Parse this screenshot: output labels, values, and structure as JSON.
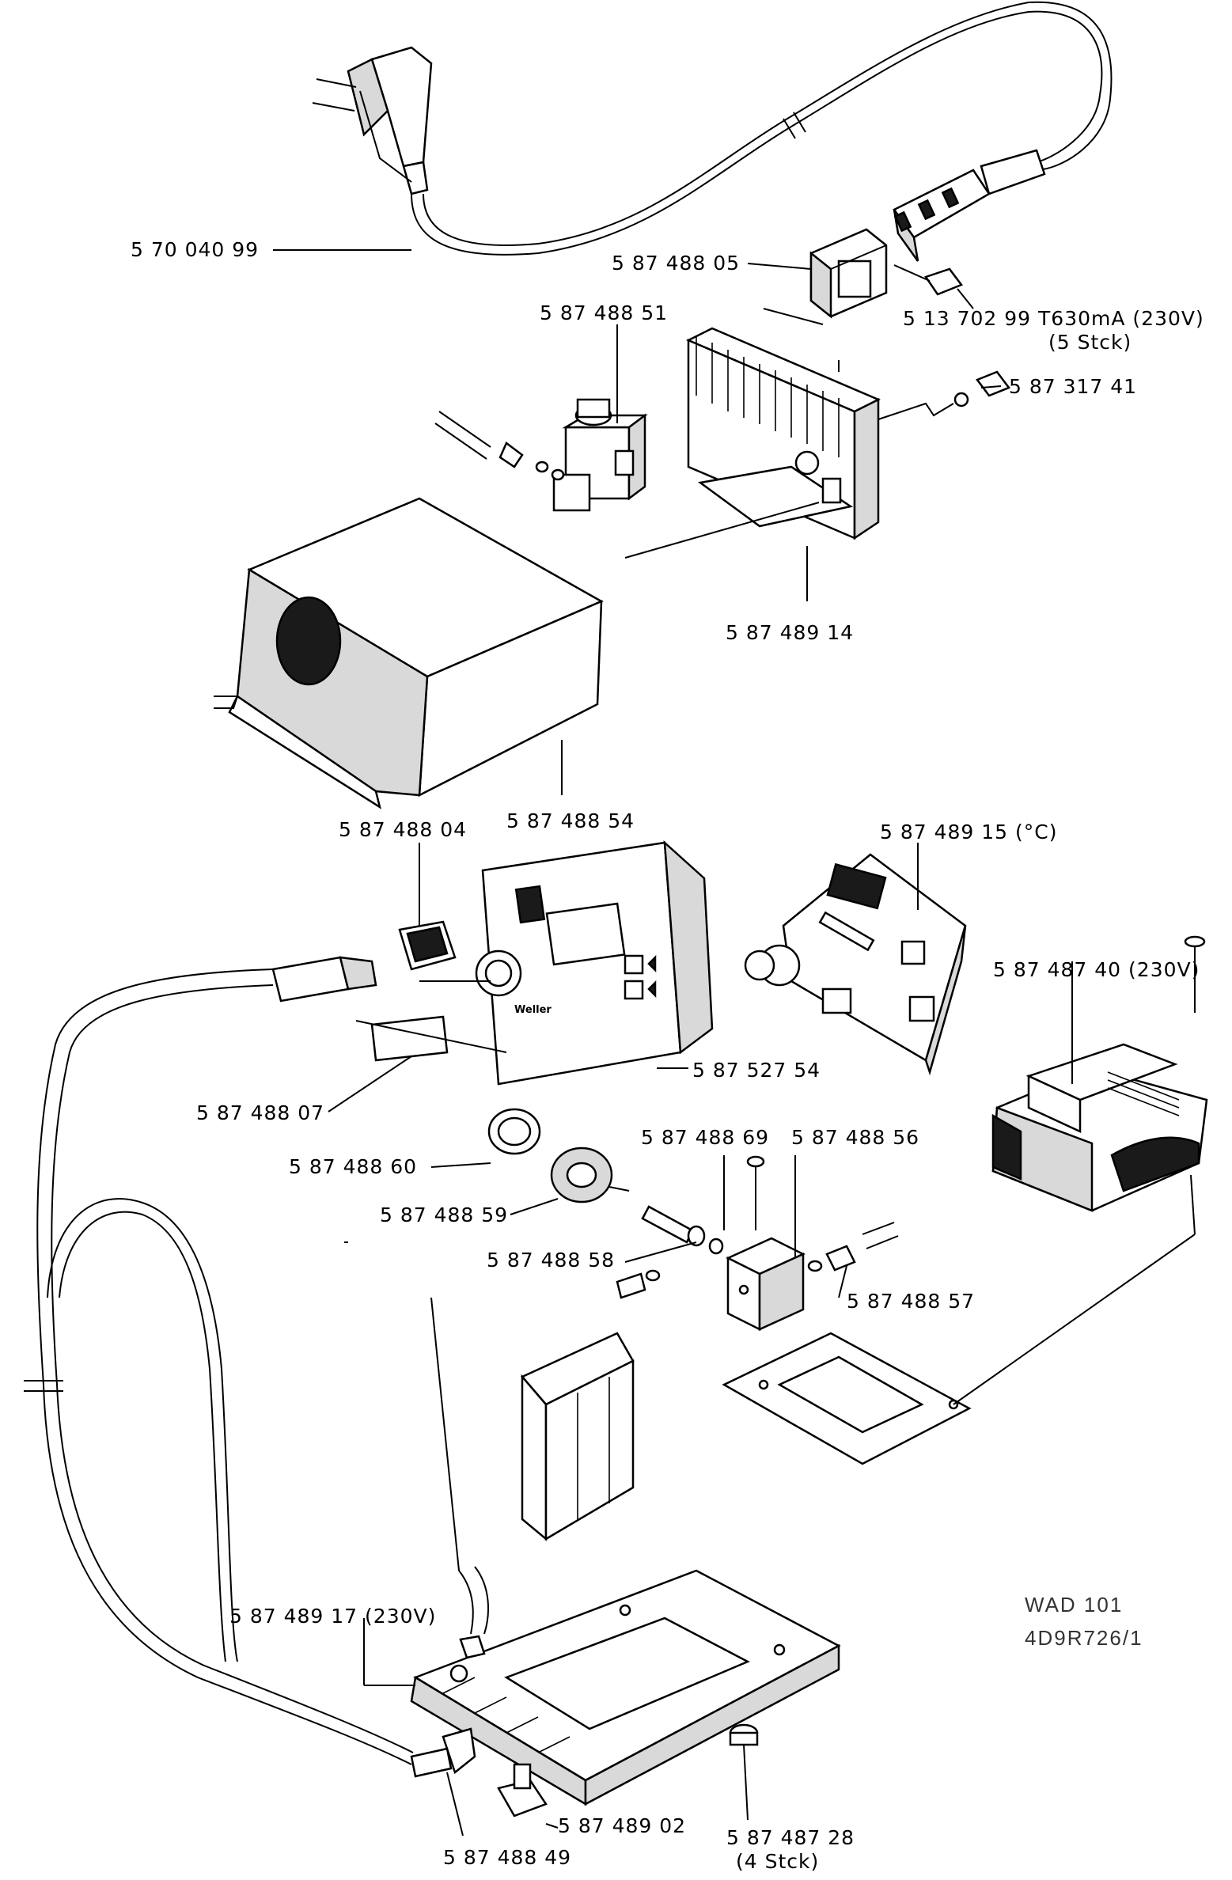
{
  "labels": {
    "power_cord": "5 70 040 99",
    "inlet_socket": "5 87 488 05",
    "fuse": "5 13 702 99  T630mA  (230V)",
    "fuse_qty": "(5  Stck)",
    "valve": "5 87 488 51",
    "fuse_holder": "5 87 317 41",
    "power_board": "5 87 489 14",
    "cover": "5 87 488 54",
    "switch": "5 87 488 04",
    "control_board": "5 87 489 15  (°C)",
    "transformer": "5 87 487 40  (230V)",
    "front_panel": "5 87 527 54",
    "panel_cover": "5 87 488 07",
    "ring": "5 87 488 60",
    "connector_part": "5 87 488 69",
    "manifold_block": "5 87 488 56",
    "knob": "5 87 488 59",
    "nozzle": "5 87 488 58",
    "fitting": "5 87 488 57",
    "base_unit": "5 87 489 17  (230V)",
    "holder": "5 87 489 02",
    "elbow": "5 87 488 49",
    "foot": "5 87 487 28",
    "foot_qty": "(4  Stck)"
  },
  "document": {
    "model": "WAD  101",
    "drawing_number": "4D9R726/1"
  },
  "panel_text": {
    "brand": "Weller"
  }
}
